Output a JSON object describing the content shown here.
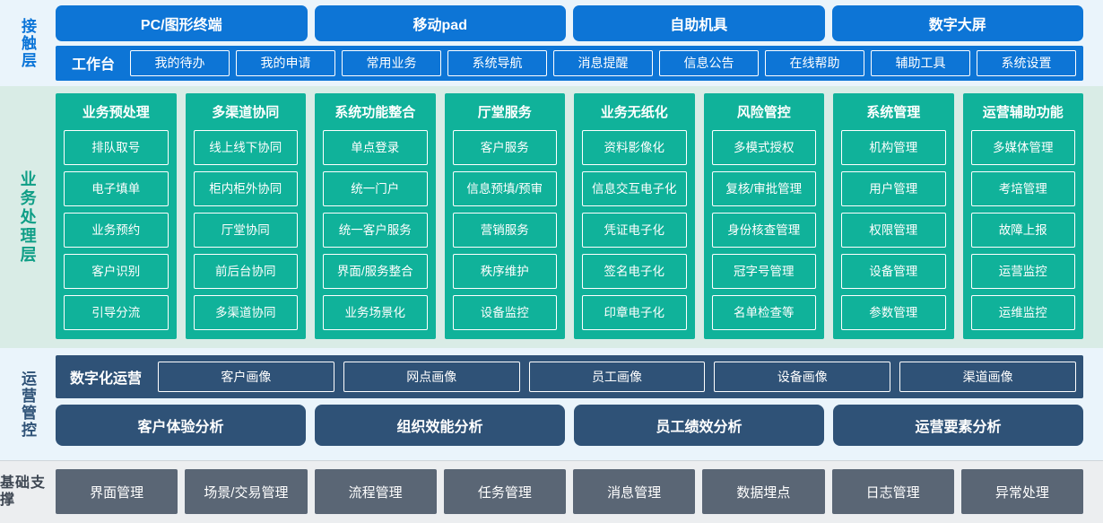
{
  "colors": {
    "contact_blue": "#0d75d6",
    "business_teal": "#10b29a",
    "ops_navy": "#2f5277",
    "base_gray": "#5a6675",
    "light_blue_bg": "#eaf4fb",
    "light_teal_bg": "#d9ece6",
    "light_gray_bg": "#eceef0"
  },
  "layers": {
    "contact": {
      "label": "接触层",
      "channels": [
        "PC/图形终端",
        "移动pad",
        "自助机具",
        "数字大屏"
      ],
      "workbench_title": "工作台",
      "workbench_items": [
        "我的待办",
        "我的申请",
        "常用业务",
        "系统导航",
        "消息提醒",
        "信息公告",
        "在线帮助",
        "辅助工具",
        "系统设置"
      ]
    },
    "business": {
      "label": "业务处理层",
      "columns": [
        {
          "title": "业务预处理",
          "items": [
            "排队取号",
            "电子填单",
            "业务预约",
            "客户识别",
            "引导分流"
          ]
        },
        {
          "title": "多渠道协同",
          "items": [
            "线上线下协同",
            "柜内柜外协同",
            "厅堂协同",
            "前后台协同",
            "多渠道协同"
          ]
        },
        {
          "title": "系统功能整合",
          "items": [
            "单点登录",
            "统一门户",
            "统一客户服务",
            "界面/服务整合",
            "业务场景化"
          ]
        },
        {
          "title": "厅堂服务",
          "items": [
            "客户服务",
            "信息预填/预审",
            "营销服务",
            "秩序维护",
            "设备监控"
          ]
        },
        {
          "title": "业务无纸化",
          "items": [
            "资料影像化",
            "信息交互电子化",
            "凭证电子化",
            "签名电子化",
            "印章电子化"
          ]
        },
        {
          "title": "风险管控",
          "items": [
            "多模式授权",
            "复核/审批管理",
            "身份核查管理",
            "冠字号管理",
            "名单检查等"
          ]
        },
        {
          "title": "系统管理",
          "items": [
            "机构管理",
            "用户管理",
            "权限管理",
            "设备管理",
            "参数管理"
          ]
        },
        {
          "title": "运营辅助功能",
          "items": [
            "多媒体管理",
            "考培管理",
            "故障上报",
            "运营监控",
            "运维监控"
          ]
        }
      ]
    },
    "operations": {
      "label": "运营管控",
      "digital_title": "数字化运营",
      "portrait_items": [
        "客户画像",
        "网点画像",
        "员工画像",
        "设备画像",
        "渠道画像"
      ],
      "analysis_items": [
        "客户体验分析",
        "组织效能分析",
        "员工绩效分析",
        "运营要素分析"
      ]
    },
    "base": {
      "label": "基础支撑",
      "items": [
        "界面管理",
        "场景/交易管理",
        "流程管理",
        "任务管理",
        "消息管理",
        "数据埋点",
        "日志管理",
        "异常处理"
      ]
    }
  }
}
